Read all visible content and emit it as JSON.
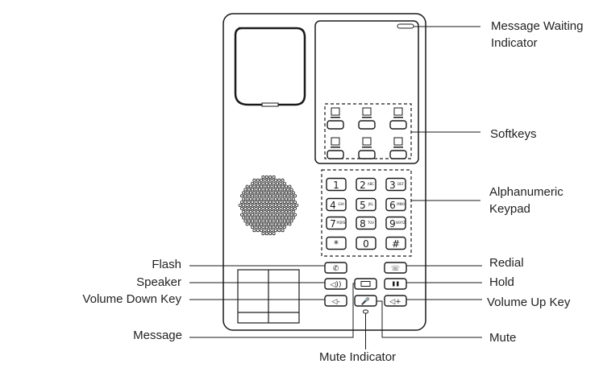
{
  "labels": {
    "message_waiting_indicator": [
      "Message Waiting",
      "Indicator"
    ],
    "softkeys": "Softkeys",
    "alphanumeric_keypad": [
      "Alphanumeric",
      "Keypad"
    ],
    "flash": "Flash",
    "speaker": "Speaker",
    "volume_down_key": "Volume Down Key",
    "message": "Message",
    "mute_indicator": "Mute Indicator",
    "redial": "Redial",
    "hold": "Hold",
    "volume_up_key": "Volume Up Key",
    "mute": "Mute"
  },
  "keypad_keys": [
    {
      "main": "1",
      "sub": ""
    },
    {
      "main": "2",
      "sub": "ABC"
    },
    {
      "main": "3",
      "sub": "DEF"
    },
    {
      "main": "4",
      "sub": "GHI"
    },
    {
      "main": "5",
      "sub": "JKL"
    },
    {
      "main": "6",
      "sub": "MNO"
    },
    {
      "main": "7",
      "sub": "PQRS"
    },
    {
      "main": "8",
      "sub": "TUV"
    },
    {
      "main": "9",
      "sub": "WXYZ"
    },
    {
      "main": "*",
      "sub": ""
    },
    {
      "main": "0",
      "sub": ""
    },
    {
      "main": "#",
      "sub": ""
    }
  ],
  "softkey_icons": [
    "softkey-1-icon",
    "softkey-2-icon",
    "softkey-3-icon",
    "softkey-4-icon",
    "softkey-5-icon",
    "softkey-6-icon"
  ],
  "colors": {
    "line": "#1a1a1a",
    "text": "#222222"
  }
}
